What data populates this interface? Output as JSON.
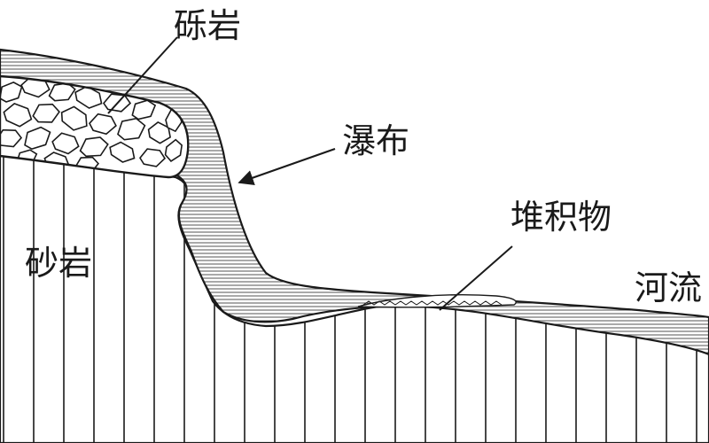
{
  "labels": {
    "conglomerate": "砾岩",
    "waterfall": "瀑布",
    "deposit": "堆积物",
    "sandstone": "砂岩",
    "river": "河流"
  },
  "colors": {
    "ink": "#1a1a1a",
    "background": "#ffffff"
  }
}
